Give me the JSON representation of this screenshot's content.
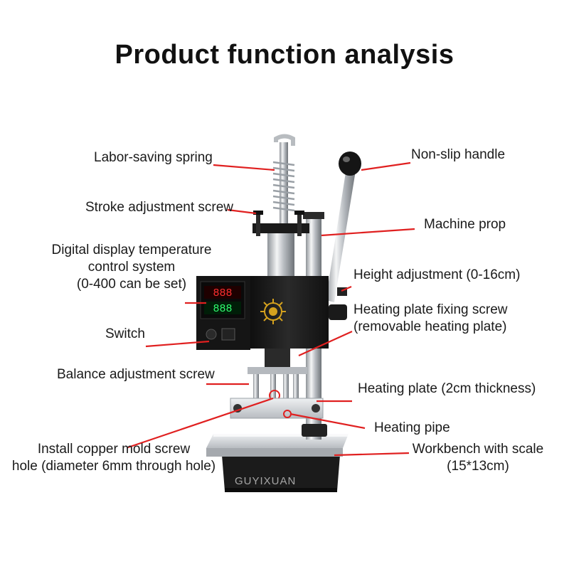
{
  "title": "Product function analysis",
  "labels": {
    "labor_saving_spring": "Labor-saving spring",
    "stroke_adjustment_screw": "Stroke adjustment screw",
    "digital_display_1": "Digital display temperature",
    "digital_display_2": "control system",
    "digital_display_3": "(0-400 can be set)",
    "switch": "Switch",
    "balance_adjustment_screw": "Balance adjustment screw",
    "copper_mold_1": "Install copper mold screw",
    "copper_mold_2": "hole (diameter 6mm through hole)",
    "non_slip_handle": "Non-slip handle",
    "machine_prop": "Machine prop",
    "height_adjustment": "Height adjustment (0-16cm)",
    "fixing_screw_1": "Heating plate fixing screw",
    "fixing_screw_2": "(removable heating plate)",
    "heating_plate": "Heating plate (2cm thickness)",
    "heating_pipe": "Heating pipe",
    "workbench_1": "Workbench with scale",
    "workbench_2": "(15*13cm)"
  },
  "display_readout_top": "888",
  "display_readout_bottom": "888",
  "watermark": "GUYIXUAN",
  "colors": {
    "callout_line": "#e02020",
    "machine_dark": "#1d1d1d",
    "metal": "#c9ccd0"
  }
}
